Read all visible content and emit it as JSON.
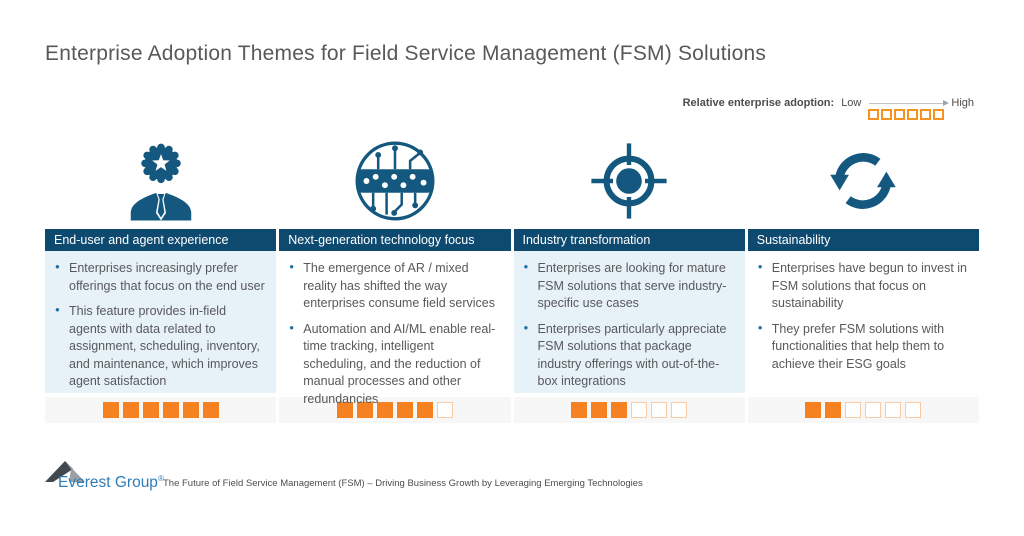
{
  "page": {
    "title": "Enterprise Adoption Themes for Field Service Management (FSM) Solutions"
  },
  "legend": {
    "label": "Relative enterprise adoption:",
    "low": "Low",
    "high": "High",
    "scale_max": 6
  },
  "colors": {
    "header_navy": "#0e4a70",
    "icon_blue": "#15587f",
    "orange_filled": "#f68121",
    "orange_empty_border": "#f8cba4",
    "light_blue_body": "#e7f1f8",
    "band_gray": "#f7f7f7",
    "text_gray": "#58595b",
    "logo_blue": "#2e7cb8"
  },
  "columns": [
    {
      "icon": "badge-person-icon",
      "header": "End-user and agent experience",
      "bullets": [
        "Enterprises increasingly prefer offerings that focus on the end user",
        "This feature provides in-field agents with data related to assignment, scheduling, inventory, and maintenance, which improves agent satisfaction"
      ],
      "adoption": 6,
      "body_style": "light"
    },
    {
      "icon": "circuit-technology-icon",
      "header": "Next-generation technology focus",
      "bullets": [
        "The emergence of AR / mixed reality has shifted the way enterprises consume field services",
        "Automation and AI/ML enable real-time tracking, intelligent scheduling, and the reduction of manual processes and other redundancies"
      ],
      "adoption": 5,
      "body_style": "white"
    },
    {
      "icon": "target-icon",
      "header": "Industry transformation",
      "bullets": [
        "Enterprises are looking for mature FSM solutions that serve industry-specific use cases",
        "Enterprises particularly appreciate FSM solutions that package industry offerings with out-of-the-box integrations"
      ],
      "adoption": 3,
      "body_style": "light"
    },
    {
      "icon": "sync-arrows-icon",
      "header": "Sustainability",
      "bullets": [
        "Enterprises have begun to invest in FSM solutions that focus on sustainability",
        "They prefer FSM solutions with functionalities that help them to achieve their ESG goals"
      ],
      "adoption": 2,
      "body_style": "white"
    }
  ],
  "footer": {
    "logo_text": "Everest Group",
    "registered_mark": "®",
    "source": "The Future of Field Service Management (FSM) – Driving Business Growth by Leveraging Emerging Technologies"
  }
}
